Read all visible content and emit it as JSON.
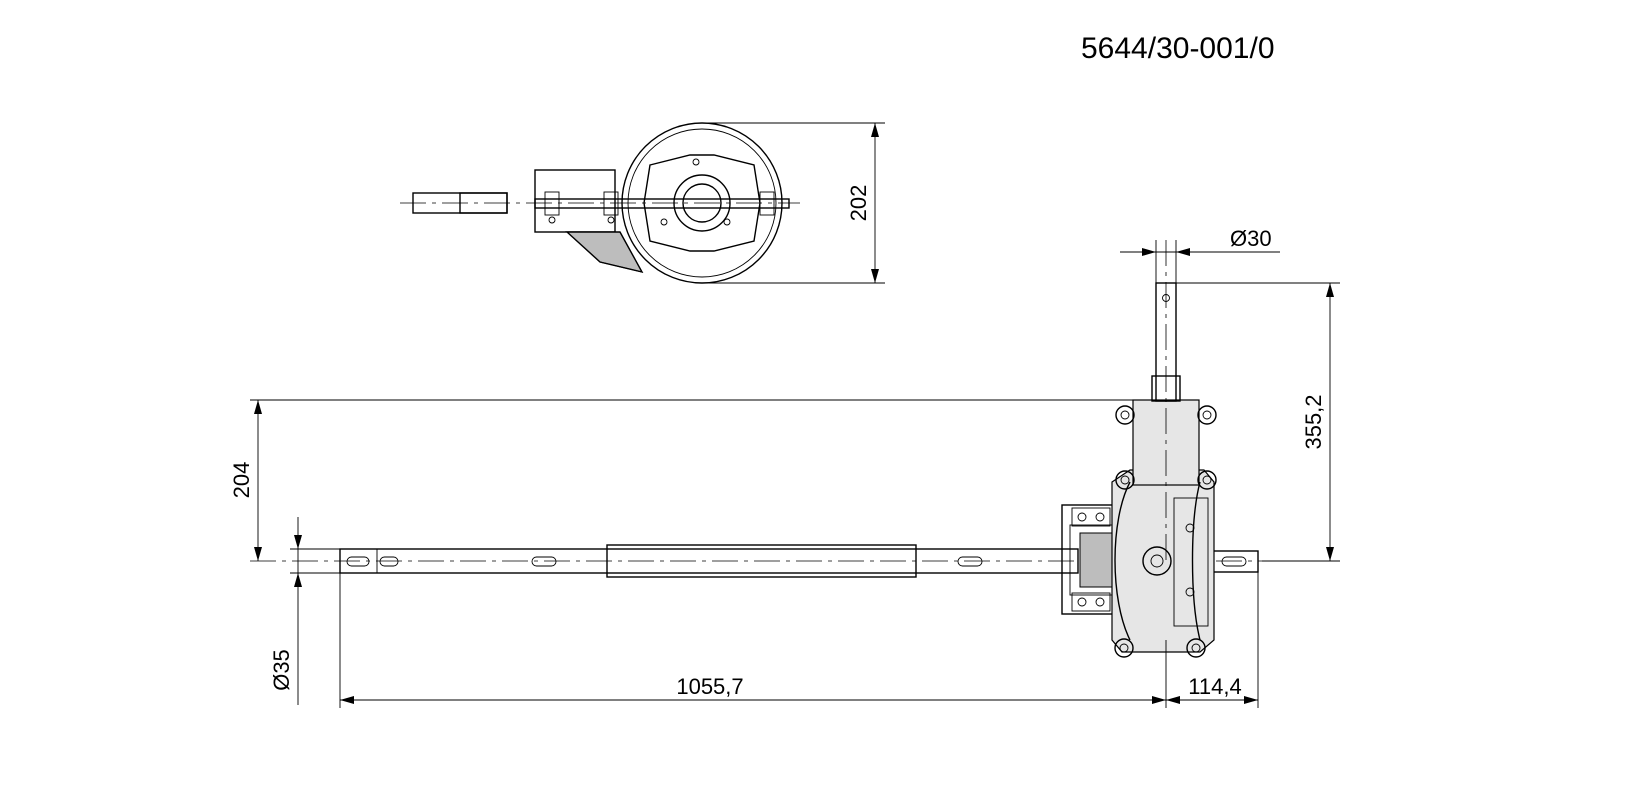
{
  "drawing_number": "5644/30-001/0",
  "dimensions": {
    "top_view_height": "202",
    "input_shaft_diameter": "Ø30",
    "input_shaft_height": "355,2",
    "axle_height": "204",
    "axle_diameter": "Ø35",
    "axle_length": "1055,7",
    "stub_length": "114,4"
  }
}
